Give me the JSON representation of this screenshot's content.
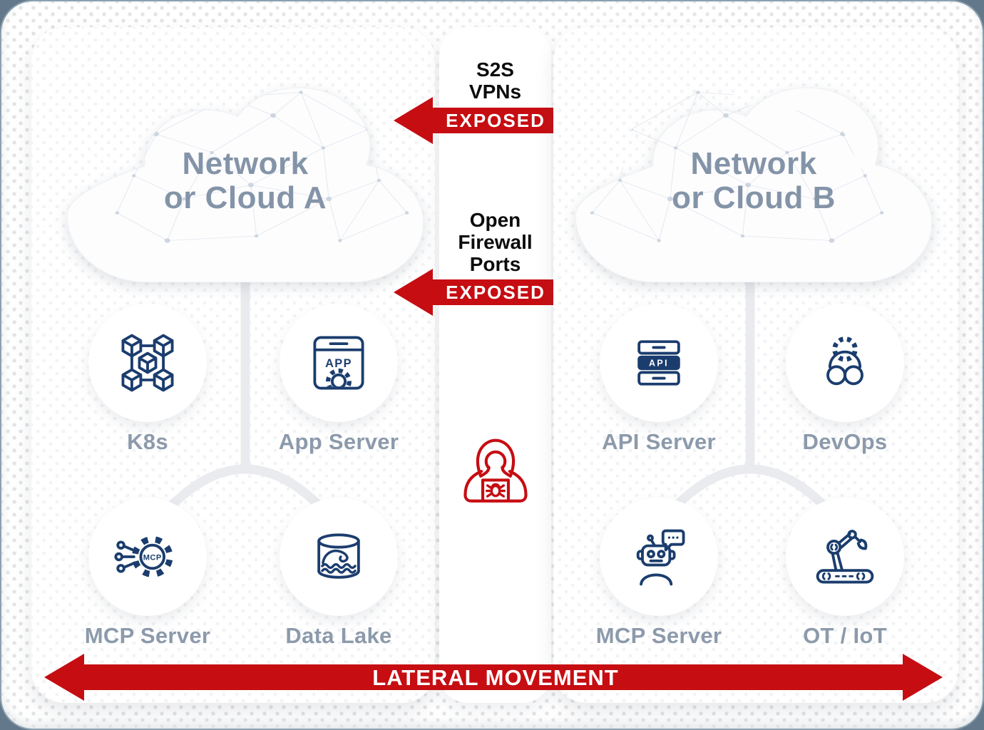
{
  "colors": {
    "arrow_red": "#C60D12",
    "icon_navy": "#1B3D6E",
    "service_label_gray": "#8C9AAB",
    "cloud_title_gray": "#8494A8"
  },
  "clouds": {
    "a": {
      "line1": "Network",
      "line2": "or Cloud A"
    },
    "b": {
      "line1": "Network",
      "line2": "or Cloud B"
    }
  },
  "network_a": {
    "services": [
      {
        "label": "K8s",
        "icon": "k8s-cubes-icon"
      },
      {
        "label": "App Server",
        "icon": "app-window-gear-icon",
        "icon_text": "APP"
      },
      {
        "label": "MCP Server",
        "icon": "mcp-gear-icon",
        "icon_text": "MCP"
      },
      {
        "label": "Data Lake",
        "icon": "data-lake-cylinder-icon"
      }
    ]
  },
  "network_b": {
    "services": [
      {
        "label": "API Server",
        "icon": "api-server-stack-icon",
        "icon_text": "API"
      },
      {
        "label": "DevOps",
        "icon": "devops-infinity-gear-icon"
      },
      {
        "label": "MCP Server",
        "icon": "robot-chatbot-icon"
      },
      {
        "label": "OT / IoT",
        "icon": "robotic-arm-icon"
      }
    ]
  },
  "connections": {
    "s2s_vpns": {
      "label_lines": [
        "S2S",
        "VPNs"
      ],
      "badge": "EXPOSED"
    },
    "open_firewall_ports": {
      "label_lines": [
        "Open",
        "Firewall",
        "Ports"
      ],
      "badge": "EXPOSED"
    },
    "lateral_movement": {
      "badge": "LATERAL MOVEMENT"
    }
  },
  "threat_actor": {
    "icon": "hacker-laptop-bug-icon"
  }
}
